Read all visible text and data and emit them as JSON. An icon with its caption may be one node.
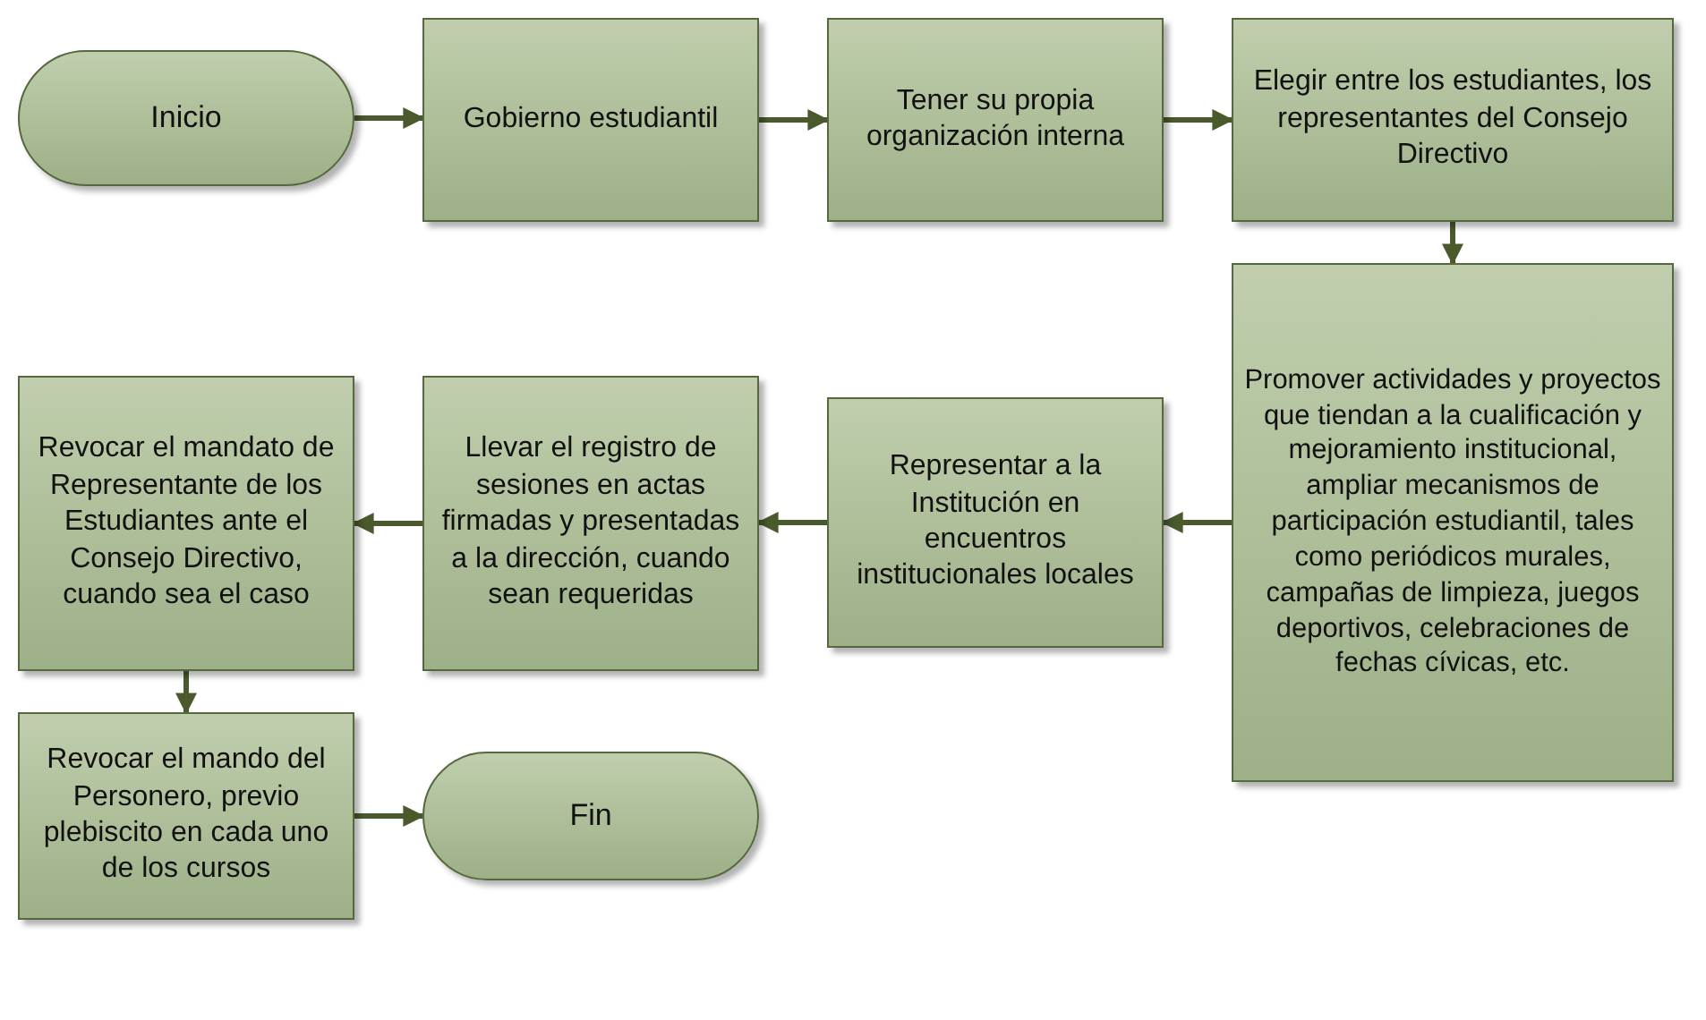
{
  "diagram": {
    "nodes": [
      {
        "text": [
          "Inicio"
        ]
      },
      {
        "text": [
          "Gobierno estudiantil"
        ]
      },
      {
        "text": [
          "Tener su propia organización interna"
        ]
      },
      {
        "text": [
          "Elegir entre los estudiantes, los representantes del Consejo Directivo"
        ]
      },
      {
        "text": [
          "Promover actividades y proyectos que tiendan a la cualificación y mejoramiento institucional, ampliar mecanismos de participación estudiantil, tales como periódicos murales, campañas de limpieza, juegos deportivos, celebraciones de fechas cívicas, etc."
        ]
      },
      {
        "text": [
          "Representar a la Institución en encuentros institucionales locales"
        ]
      },
      {
        "text": [
          "Llevar el registro de sesiones en actas firmadas y presentadas a la dirección, cuando sean requeridas"
        ]
      },
      {
        "text": [
          "Revocar el mandato de Representante de los Estudiantes ante el Consejo Directivo, cuando sea el caso"
        ]
      },
      {
        "text": [
          "Revocar el mando del Personero, previo plebiscito en cada uno de los cursos"
        ]
      },
      {
        "text": [
          "Fin"
        ]
      }
    ],
    "edges": [
      {
        "from": 0,
        "to": 1,
        "arrow": "to"
      },
      {
        "from": 1,
        "to": 2,
        "arrow": "to"
      },
      {
        "from": 2,
        "to": 3,
        "arrow": "to"
      },
      {
        "from": 3,
        "to": 4,
        "arrow": "to"
      },
      {
        "from": 4,
        "to": 5,
        "arrow": "to"
      },
      {
        "from": 5,
        "to": 6,
        "arrow": "to"
      },
      {
        "from": 6,
        "to": 7,
        "arrow": "to"
      },
      {
        "from": 7,
        "to": 8,
        "arrow": "to"
      },
      {
        "from": 8,
        "to": 9,
        "arrow": "to"
      }
    ]
  }
}
